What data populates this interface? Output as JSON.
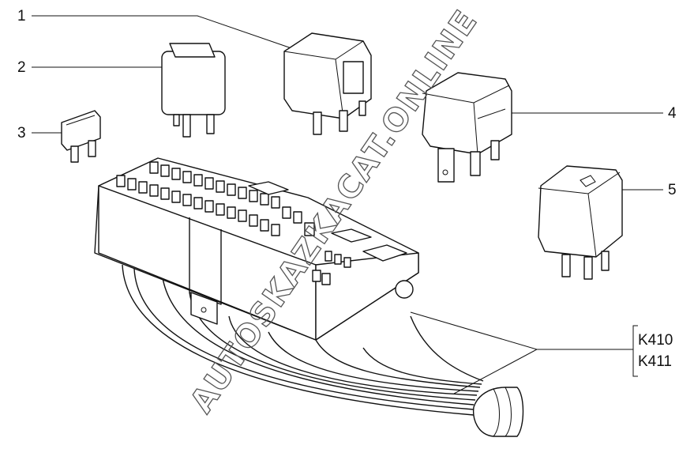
{
  "callouts": [
    {
      "number": "1",
      "part": "relay"
    },
    {
      "number": "2",
      "part": "relay"
    },
    {
      "number": "3",
      "part": "fuse"
    },
    {
      "number": "4",
      "part": "relay"
    },
    {
      "number": "5",
      "part": "relay"
    }
  ],
  "harness_codes": [
    "K410",
    "K411"
  ],
  "watermark": "AUTOSKAZKACAT.ONLINE"
}
